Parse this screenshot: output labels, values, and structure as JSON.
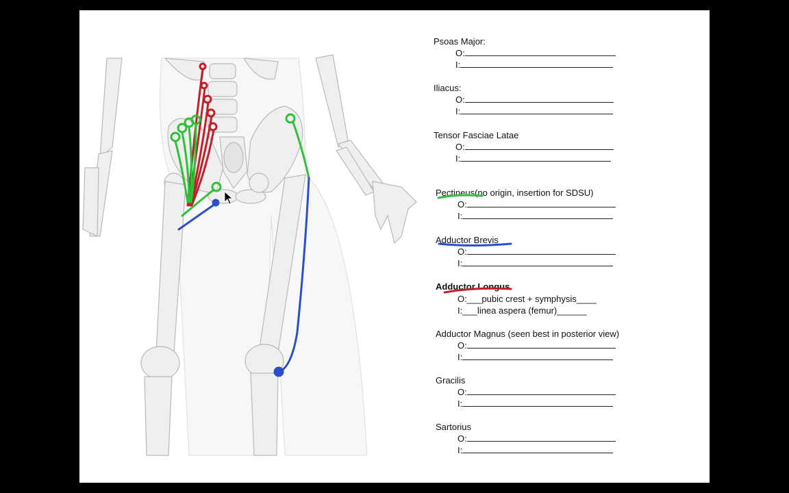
{
  "worksheet": {
    "entries": [
      {
        "title": "Psoas Major:",
        "o_label": "O:",
        "o_value": "",
        "i_label": "I:",
        "i_value": ""
      },
      {
        "title": "Iliacus:",
        "o_label": "O:",
        "o_value": "",
        "i_label": "I:",
        "i_value": ""
      },
      {
        "title": "Tensor Fasciae Latae",
        "o_label": "O:",
        "o_value": "",
        "i_label": "I:",
        "i_value": ""
      },
      {
        "title": "Pectineus",
        "title_note": "(no origin, insertion for SDSU)",
        "o_label": "O:",
        "o_value": "",
        "i_label": "I:",
        "i_value": ""
      },
      {
        "title": "Adductor Brevis",
        "o_label": "O:",
        "o_value": "",
        "i_label": "I:",
        "i_value": ""
      },
      {
        "title": "Adductor Longus",
        "o_label": "O:",
        "o_value": "___pubic crest + symphysis____",
        "i_label": "I:",
        "i_value": "___linea aspera (femur)______"
      },
      {
        "title": "Adductor Magnus (seen best in posterior view)",
        "o_label": "O:",
        "o_value": "",
        "i_label": "I:",
        "i_value": ""
      },
      {
        "title": "Gracilis",
        "o_label": "O:",
        "o_value": "",
        "i_label": "I:",
        "i_value": ""
      },
      {
        "title": "Sartorius",
        "o_label": "O:",
        "o_value": "",
        "i_label": "I:",
        "i_value": ""
      }
    ]
  },
  "annotation_colors": {
    "red": "#c0202a",
    "green": "#2fbf3a",
    "blue": "#2b4fc9"
  },
  "illustration": {
    "subject": "skeleton-hip-and-thigh-anterior-view"
  }
}
